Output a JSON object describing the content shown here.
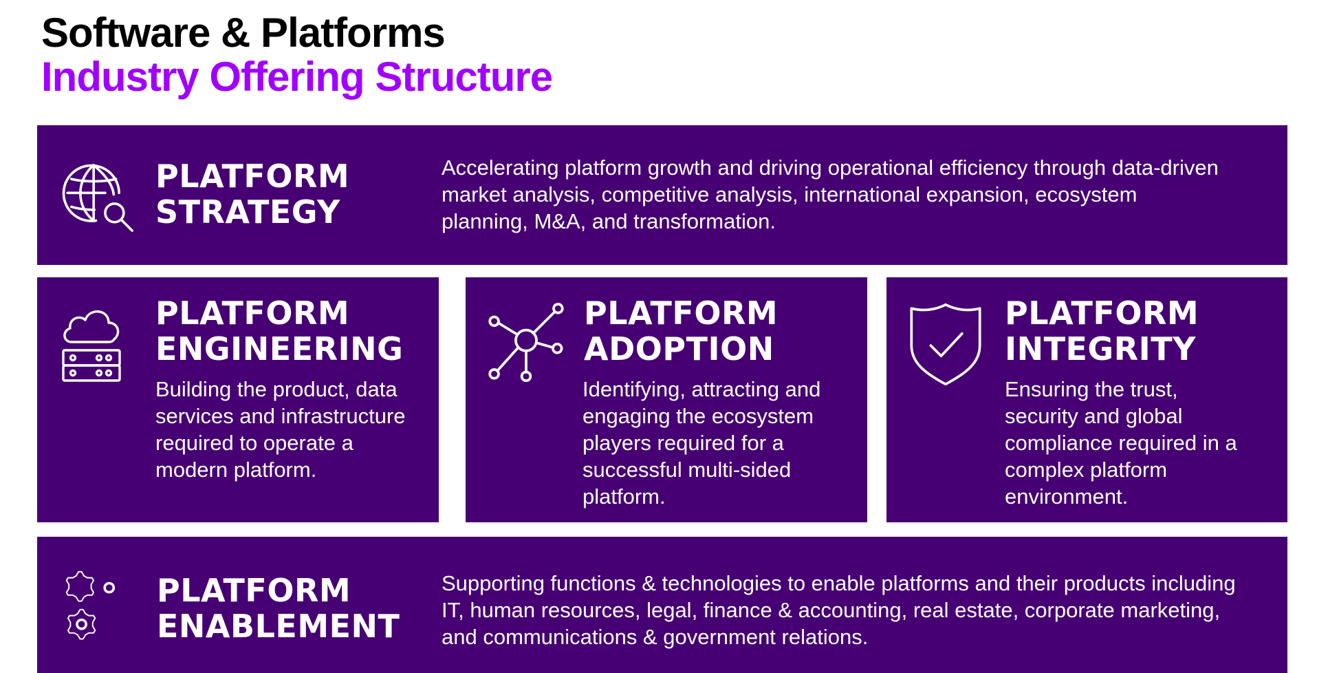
{
  "title": {
    "line1": "Software & Platforms",
    "line2": "Industry Offering Structure"
  },
  "colors": {
    "card_background": "#460073",
    "accent": "#a100ff",
    "text_on_card": "#ffffff"
  },
  "cards": {
    "strategy": {
      "icon": "globe-search-icon",
      "heading1": "PLATFORM",
      "heading2": "STRATEGY",
      "description": "Accelerating platform growth and driving operational efficiency through data-driven market analysis, competitive analysis, international expansion, ecosystem planning, M&A, and transformation."
    },
    "engineering": {
      "icon": "cloud-server-icon",
      "heading1": "PLATFORM",
      "heading2": "ENGINEERING",
      "description": "Building the product, data services and infrastructure required to operate a modern platform."
    },
    "adoption": {
      "icon": "network-hub-icon",
      "heading1": "PLATFORM",
      "heading2": "ADOPTION",
      "description": "Identifying, attracting and engaging the ecosystem players required for a successful multi-sided platform."
    },
    "integrity": {
      "icon": "shield-check-icon",
      "heading1": "PLATFORM",
      "heading2": "INTEGRITY",
      "description": "Ensuring the trust, security and global compliance required in a complex platform environment."
    },
    "enablement": {
      "icon": "gears-icon",
      "heading1": "PLATFORM",
      "heading2": "ENABLEMENT",
      "description": "Supporting functions & technologies to enable platforms and their products including IT, human resources, legal, finance & accounting, real estate, corporate marketing, and communications & government relations."
    }
  }
}
